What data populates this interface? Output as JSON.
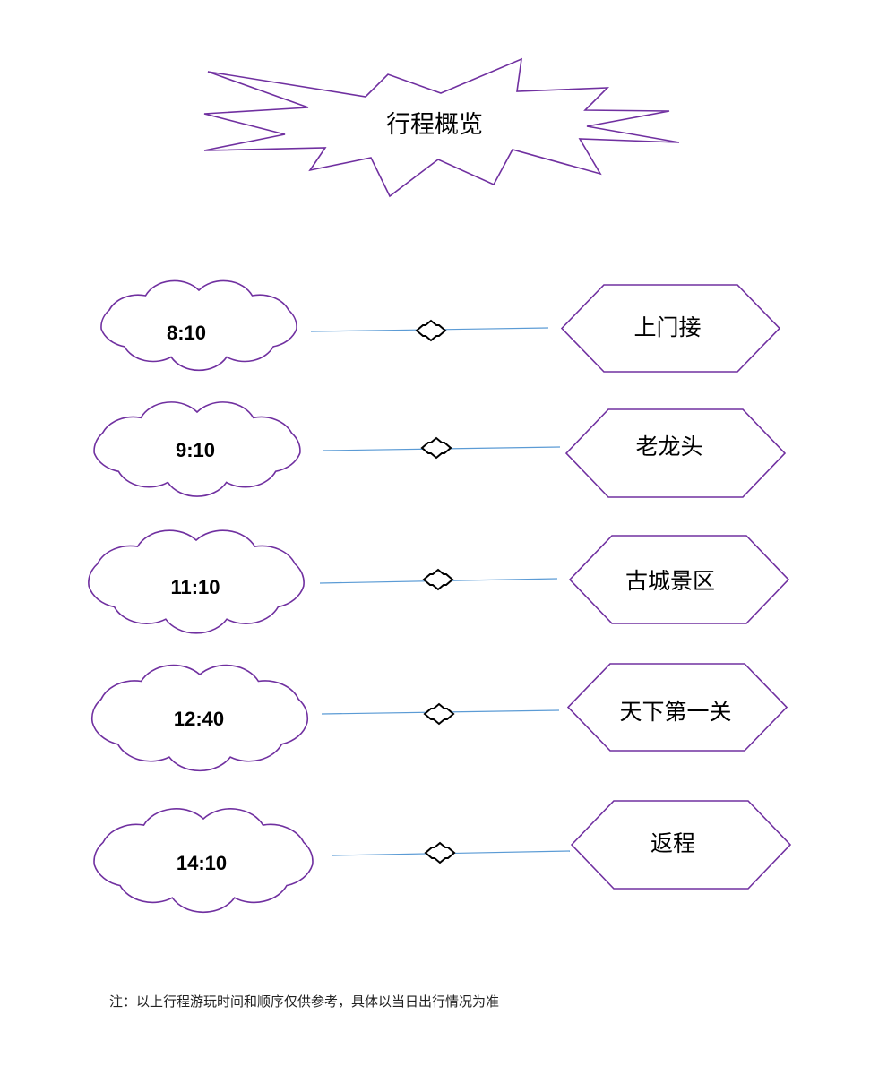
{
  "title": "行程概览",
  "colors": {
    "outline": "#7030a0",
    "line": "#5b9bd5",
    "connector": "#000000"
  },
  "itinerary": [
    {
      "time": "8:10",
      "place": "上门接"
    },
    {
      "time": "9:10",
      "place": "老龙头"
    },
    {
      "time": "11:10",
      "place": "古城景区"
    },
    {
      "time": "12:40",
      "place": "天下第一关"
    },
    {
      "time": "14:10",
      "place": "返程"
    }
  ],
  "note": "注：以上行程游玩时间和顺序仅供参考，具体以当日出行情况为准"
}
